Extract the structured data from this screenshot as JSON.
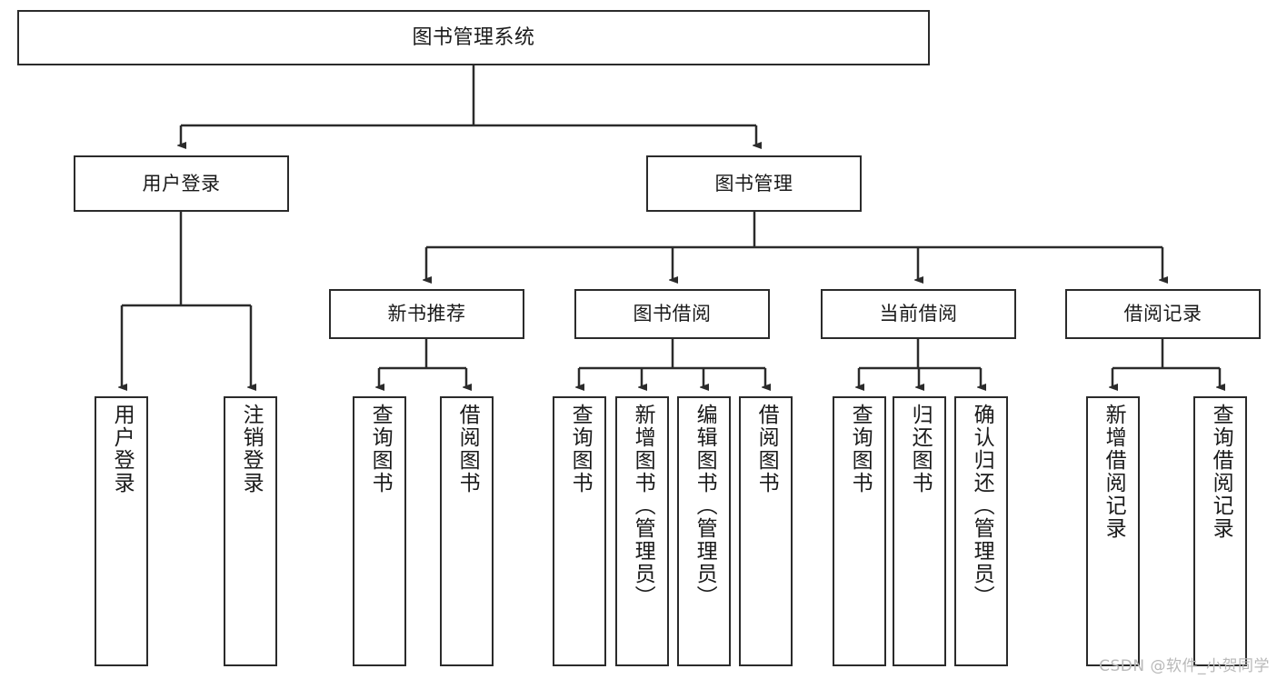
{
  "diagram": {
    "type": "tree-hierarchy",
    "title": "图书管理系统",
    "watermark": "CSDN @软件_小贺同学",
    "colors": {
      "stroke": "#2b2b2b",
      "fill": "#ffffff",
      "text": "#1a1a1a",
      "watermark": "#b9b9b9"
    },
    "nodes": {
      "root": {
        "label": "图书管理系统",
        "level": 1,
        "orientation": "horizontal"
      },
      "user_login": {
        "label": "用户登录",
        "level": 2,
        "orientation": "horizontal"
      },
      "book_manage": {
        "label": "图书管理",
        "level": 2,
        "orientation": "horizontal"
      },
      "new_book_rec": {
        "label": "新书推荐",
        "level": 3,
        "orientation": "horizontal"
      },
      "book_borrow": {
        "label": "图书借阅",
        "level": 3,
        "orientation": "horizontal"
      },
      "current_borrow": {
        "label": "当前借阅",
        "level": 3,
        "orientation": "horizontal"
      },
      "borrow_record": {
        "label": "借阅记录",
        "level": 3,
        "orientation": "horizontal"
      },
      "leaf_user_login": {
        "label": "用户登录",
        "level": 4,
        "orientation": "vertical"
      },
      "leaf_logout": {
        "label": "注销登录",
        "level": 4,
        "orientation": "vertical"
      },
      "leaf_query_book_1": {
        "label": "查询图书",
        "level": 4,
        "orientation": "vertical"
      },
      "leaf_borrow_book_1": {
        "label": "借阅图书",
        "level": 4,
        "orientation": "vertical"
      },
      "leaf_query_book_2": {
        "label": "查询图书",
        "level": 4,
        "orientation": "vertical"
      },
      "leaf_add_book": {
        "label": "新增图书（管理员）",
        "level": 4,
        "orientation": "vertical"
      },
      "leaf_edit_book": {
        "label": "编辑图书（管理员）",
        "level": 4,
        "orientation": "vertical"
      },
      "leaf_borrow_book_2": {
        "label": "借阅图书",
        "level": 4,
        "orientation": "vertical"
      },
      "leaf_query_book_3": {
        "label": "查询图书",
        "level": 4,
        "orientation": "vertical"
      },
      "leaf_return_book": {
        "label": "归还图书",
        "level": 4,
        "orientation": "vertical"
      },
      "leaf_confirm_return": {
        "label": "确认归还（管理员）",
        "level": 4,
        "orientation": "vertical"
      },
      "leaf_add_record": {
        "label": "新增借阅记录",
        "level": 4,
        "orientation": "vertical"
      },
      "leaf_query_record": {
        "label": "查询借阅记录",
        "level": 4,
        "orientation": "vertical"
      }
    },
    "edges": [
      {
        "from": "root",
        "to": "user_login"
      },
      {
        "from": "root",
        "to": "book_manage"
      },
      {
        "from": "user_login",
        "to": "leaf_user_login"
      },
      {
        "from": "user_login",
        "to": "leaf_logout"
      },
      {
        "from": "book_manage",
        "to": "new_book_rec"
      },
      {
        "from": "book_manage",
        "to": "book_borrow"
      },
      {
        "from": "book_manage",
        "to": "current_borrow"
      },
      {
        "from": "book_manage",
        "to": "borrow_record"
      },
      {
        "from": "new_book_rec",
        "to": "leaf_query_book_1"
      },
      {
        "from": "new_book_rec",
        "to": "leaf_borrow_book_1"
      },
      {
        "from": "book_borrow",
        "to": "leaf_query_book_2"
      },
      {
        "from": "book_borrow",
        "to": "leaf_add_book"
      },
      {
        "from": "book_borrow",
        "to": "leaf_edit_book"
      },
      {
        "from": "book_borrow",
        "to": "leaf_borrow_book_2"
      },
      {
        "from": "current_borrow",
        "to": "leaf_query_book_3"
      },
      {
        "from": "current_borrow",
        "to": "leaf_return_book"
      },
      {
        "from": "current_borrow",
        "to": "leaf_confirm_return"
      },
      {
        "from": "borrow_record",
        "to": "leaf_add_record"
      },
      {
        "from": "borrow_record",
        "to": "leaf_query_record"
      }
    ]
  }
}
